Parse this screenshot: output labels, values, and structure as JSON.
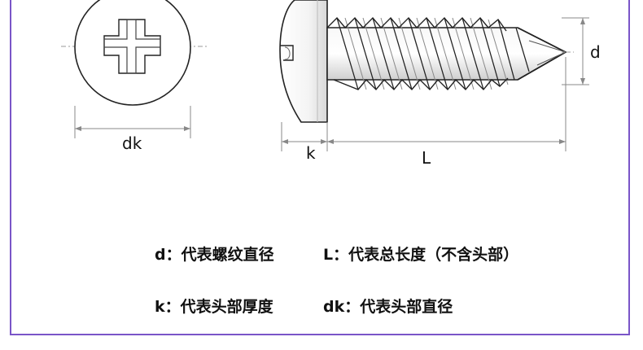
{
  "labels": {
    "d": "d",
    "dk": "dk",
    "k": "k",
    "L": "L"
  },
  "legend": {
    "d_desc": "d：代表螺纹直径",
    "L_desc": "L：代表总长度（不含头部）",
    "k_desc": "k：代表头部厚度",
    "dk_desc": "dk：代表头部直径"
  },
  "colors": {
    "frame": "#7a55c8",
    "line": "#222222",
    "dim": "#777777"
  }
}
